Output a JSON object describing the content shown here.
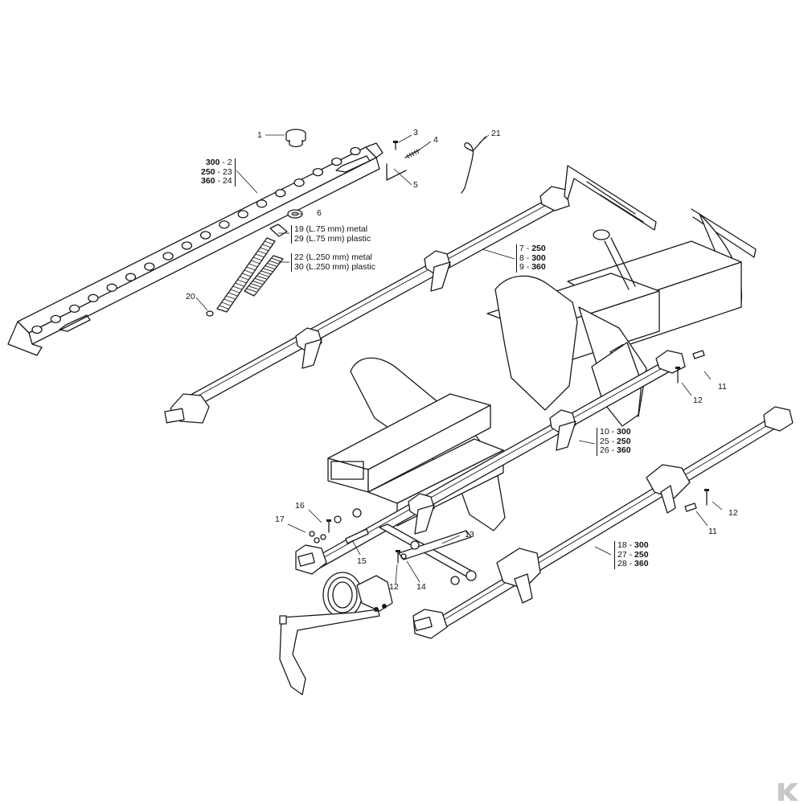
{
  "callouts": {
    "c1": "1",
    "c3": "3",
    "c4": "4",
    "c5": "5",
    "c6": "6",
    "c11a": "11",
    "c11b": "11",
    "c12a": "12",
    "c12b": "12",
    "c12c": "12",
    "c13": "13",
    "c14": "14",
    "c15": "15",
    "c16": "16",
    "c17": "17",
    "c20": "20",
    "c21": "21"
  },
  "groups": {
    "rail": [
      {
        "model": "300",
        "sep": " - ",
        "part": "2"
      },
      {
        "model": "250",
        "sep": " - ",
        "part": "23"
      },
      {
        "model": "360",
        "sep": " - ",
        "part": "24"
      }
    ],
    "tubes_short": [
      {
        "text": "19 (L.75 mm) metal"
      },
      {
        "text": "29 (L.75 mm) plastic"
      }
    ],
    "tubes_long": [
      {
        "text": "22 (L.250 mm) metal"
      },
      {
        "text": "30 (L.250 mm) plastic"
      }
    ],
    "bar_top": [
      {
        "part": "7",
        "sep": " - ",
        "model": "250"
      },
      {
        "part": "8",
        "sep": " - ",
        "model": "300"
      },
      {
        "part": "9",
        "sep": " - ",
        "model": "360"
      }
    ],
    "bar_mid": [
      {
        "part": "10",
        "sep": " - ",
        "model": "300"
      },
      {
        "part": "25",
        "sep": " - ",
        "model": "250"
      },
      {
        "part": "26",
        "sep": " - ",
        "model": "360"
      }
    ],
    "bar_low": [
      {
        "part": "18",
        "sep": " - ",
        "model": "300"
      },
      {
        "part": "27",
        "sep": " - ",
        "model": "250"
      },
      {
        "part": "28",
        "sep": " - ",
        "model": "360"
      }
    ]
  },
  "logo": {
    "icon": "brand-k-logo-icon",
    "color": "#c8c8c8"
  }
}
